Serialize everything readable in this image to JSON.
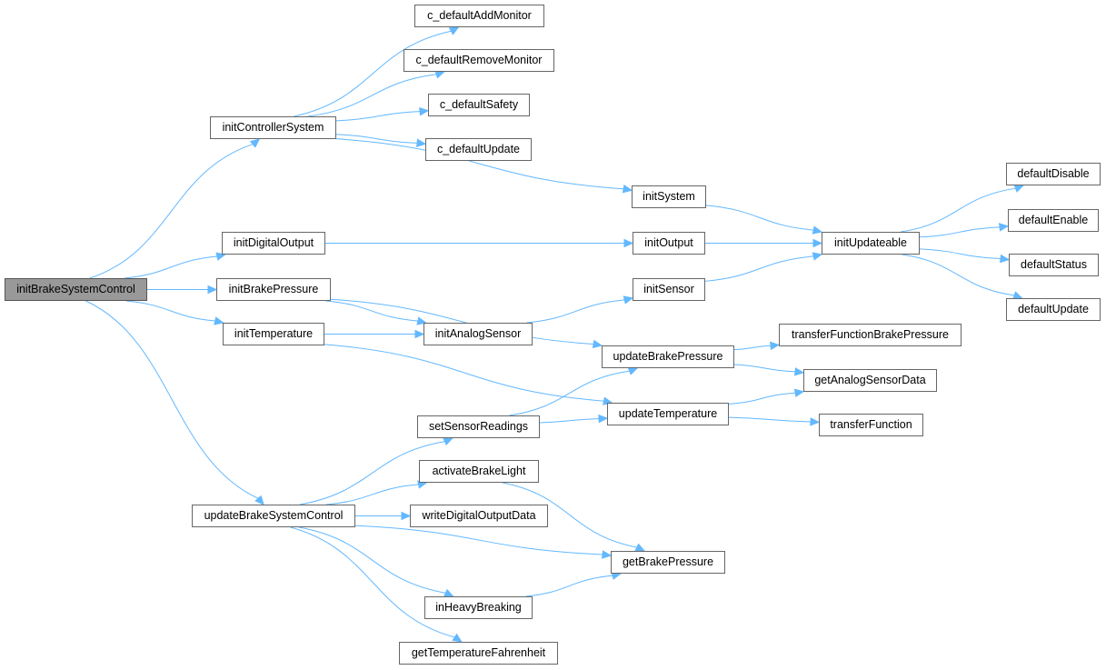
{
  "colors": {
    "edge": "#63B8FF",
    "node_border": "#666666",
    "root_fill": "#999999"
  },
  "nodes": {
    "initBrakeSystemControl": "initBrakeSystemControl",
    "initControllerSystem": "initControllerSystem",
    "c_defaultAddMonitor": "c_defaultAddMonitor",
    "c_defaultRemoveMonitor": "c_defaultRemoveMonitor",
    "c_defaultSafety": "c_defaultSafety",
    "c_defaultUpdate": "c_defaultUpdate",
    "initSystem": "initSystem",
    "initDigitalOutput": "initDigitalOutput",
    "initOutput": "initOutput",
    "initUpdateable": "initUpdateable",
    "defaultDisable": "defaultDisable",
    "defaultEnable": "defaultEnable",
    "defaultStatus": "defaultStatus",
    "defaultUpdate": "defaultUpdate",
    "initBrakePressure": "initBrakePressure",
    "initSensor": "initSensor",
    "initAnalogSensor": "initAnalogSensor",
    "initTemperature": "initTemperature",
    "updateBrakePressure": "updateBrakePressure",
    "transferFunctionBrakePressure": "transferFunctionBrakePressure",
    "getAnalogSensorData": "getAnalogSensorData",
    "setSensorReadings": "setSensorReadings",
    "updateTemperature": "updateTemperature",
    "transferFunction": "transferFunction",
    "activateBrakeLight": "activateBrakeLight",
    "updateBrakeSystemControl": "updateBrakeSystemControl",
    "writeDigitalOutputData": "writeDigitalOutputData",
    "getBrakePressure": "getBrakePressure",
    "inHeavyBreaking": "inHeavyBreaking",
    "getTemperatureFahrenheit": "getTemperatureFahrenheit"
  },
  "edges": [
    [
      "initBrakeSystemControl",
      "initControllerSystem"
    ],
    [
      "initBrakeSystemControl",
      "initDigitalOutput"
    ],
    [
      "initBrakeSystemControl",
      "initBrakePressure"
    ],
    [
      "initBrakeSystemControl",
      "initTemperature"
    ],
    [
      "initBrakeSystemControl",
      "updateBrakeSystemControl"
    ],
    [
      "initControllerSystem",
      "c_defaultAddMonitor"
    ],
    [
      "initControllerSystem",
      "c_defaultRemoveMonitor"
    ],
    [
      "initControllerSystem",
      "c_defaultSafety"
    ],
    [
      "initControllerSystem",
      "c_defaultUpdate"
    ],
    [
      "initControllerSystem",
      "initSystem"
    ],
    [
      "initSystem",
      "initUpdateable"
    ],
    [
      "initDigitalOutput",
      "initOutput"
    ],
    [
      "initOutput",
      "initUpdateable"
    ],
    [
      "initSensor",
      "initUpdateable"
    ],
    [
      "initUpdateable",
      "defaultDisable"
    ],
    [
      "initUpdateable",
      "defaultEnable"
    ],
    [
      "initUpdateable",
      "defaultStatus"
    ],
    [
      "initUpdateable",
      "defaultUpdate"
    ],
    [
      "initBrakePressure",
      "initAnalogSensor"
    ],
    [
      "initBrakePressure",
      "updateBrakePressure"
    ],
    [
      "initTemperature",
      "initAnalogSensor"
    ],
    [
      "initTemperature",
      "updateTemperature"
    ],
    [
      "initAnalogSensor",
      "initSensor"
    ],
    [
      "updateBrakePressure",
      "transferFunctionBrakePressure"
    ],
    [
      "updateBrakePressure",
      "getAnalogSensorData"
    ],
    [
      "updateTemperature",
      "getAnalogSensorData"
    ],
    [
      "updateTemperature",
      "transferFunction"
    ],
    [
      "setSensorReadings",
      "updateBrakePressure"
    ],
    [
      "setSensorReadings",
      "updateTemperature"
    ],
    [
      "updateBrakeSystemControl",
      "setSensorReadings"
    ],
    [
      "updateBrakeSystemControl",
      "activateBrakeLight"
    ],
    [
      "updateBrakeSystemControl",
      "writeDigitalOutputData"
    ],
    [
      "updateBrakeSystemControl",
      "getBrakePressure"
    ],
    [
      "updateBrakeSystemControl",
      "inHeavyBreaking"
    ],
    [
      "updateBrakeSystemControl",
      "getTemperatureFahrenheit"
    ],
    [
      "activateBrakeLight",
      "getBrakePressure"
    ],
    [
      "inHeavyBreaking",
      "getBrakePressure"
    ]
  ]
}
